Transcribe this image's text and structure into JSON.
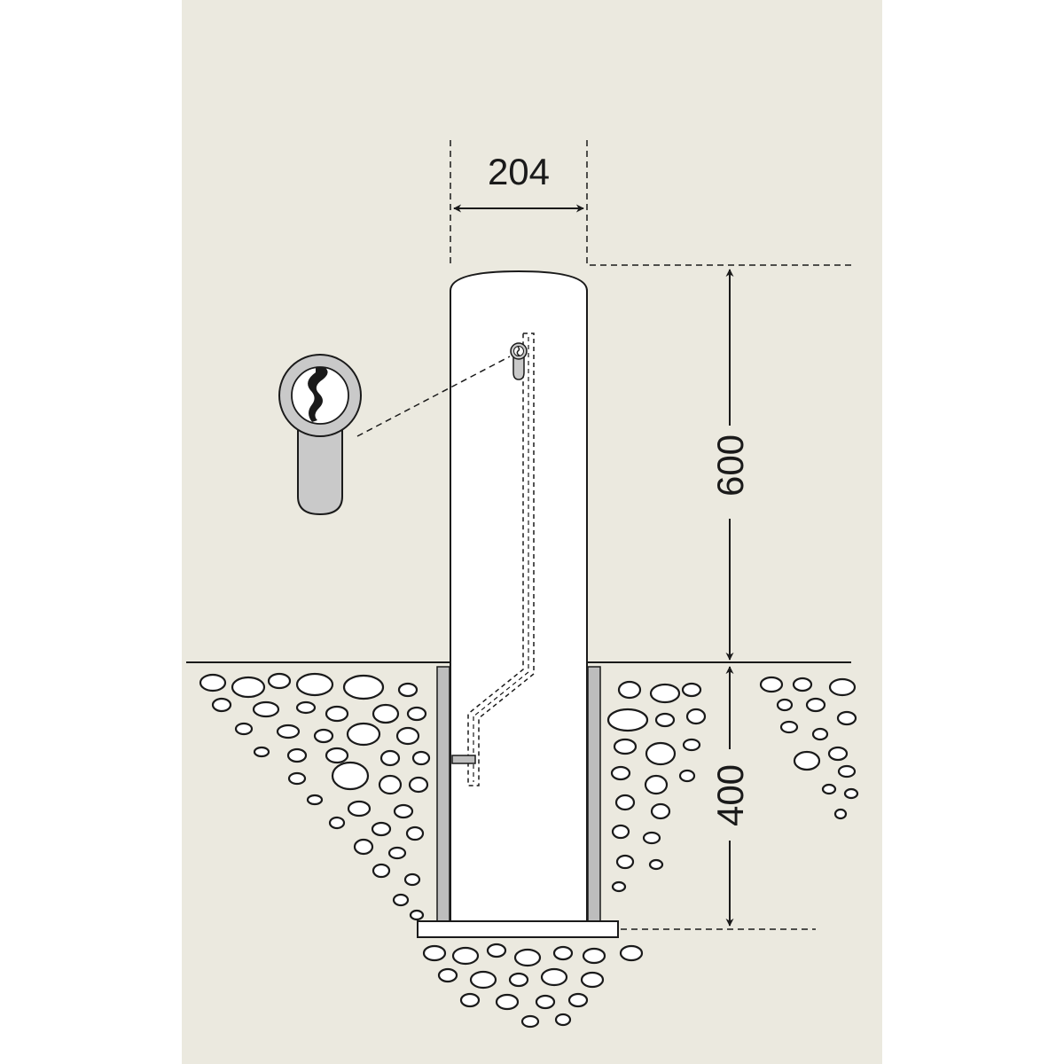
{
  "colors": {
    "background": "#ebe9df",
    "post_fill": "#ffffff",
    "lock_metal": "#c9c9c9",
    "sleeve": "#bdbdbd",
    "ink": "#1a1a1a"
  },
  "dimensions": {
    "width": "204",
    "height_above_ground": "600",
    "depth_below_ground": "400"
  },
  "icons": {
    "lock_detail": "cylinder-lock-icon",
    "lock_small": "cylinder-lock-icon"
  }
}
